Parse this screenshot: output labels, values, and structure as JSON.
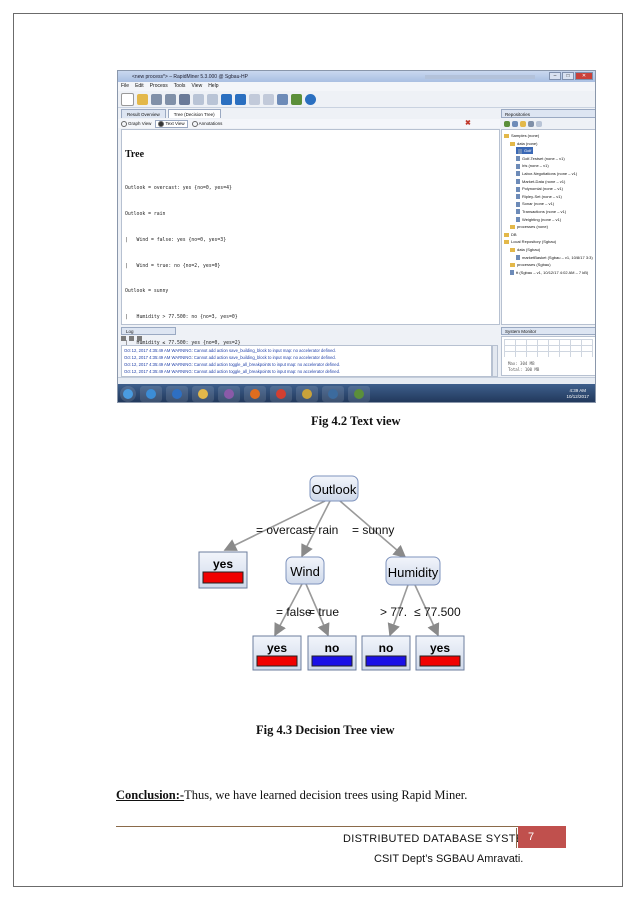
{
  "screenshot": {
    "window_title": "<new process*> – RapidMiner 5.3.000 @ Sgbau-HP",
    "menu": [
      "File",
      "Edit",
      "Process",
      "Tools",
      "View",
      "Help"
    ],
    "tabs": [
      "Result Overview",
      "Tree (Decision Tree)"
    ],
    "view_options": [
      "Graph View",
      "Text View",
      "Annotations"
    ],
    "result_heading": "Tree",
    "tree_text": [
      "Outlook = overcast: yes {no=0, yes=4}",
      "Outlook = rain",
      "|   Wind = false: yes {no=0, yes=3}",
      "|   Wind = true: no {no=2, yes=0}",
      "Outlook = sunny",
      "|   Humidity > 77.500: no {no=3, yes=0}",
      "|   Humidity ≤ 77.500: yes {no=0, yes=2}"
    ],
    "repositories_title": "Repositories",
    "repo_items": [
      {
        "label": "Samples (none)",
        "kind": "folder"
      },
      {
        "label": "data (none)",
        "kind": "folder"
      },
      {
        "label": "Golf",
        "kind": "doc",
        "highlight": true
      },
      {
        "label": "Golf-Testset (none – v1)",
        "kind": "doc"
      },
      {
        "label": "Iris (none – v1)",
        "kind": "doc"
      },
      {
        "label": "Labor-Negotiations (none – v1)",
        "kind": "doc"
      },
      {
        "label": "Market-Data (none – v1)",
        "kind": "doc"
      },
      {
        "label": "Polynomial (none – v1)",
        "kind": "doc"
      },
      {
        "label": "Ripley-Set (none – v1)",
        "kind": "doc"
      },
      {
        "label": "Sonar (none – v1)",
        "kind": "doc"
      },
      {
        "label": "Transactions (none – v1)",
        "kind": "doc"
      },
      {
        "label": "Weighting (none – v1)",
        "kind": "doc"
      },
      {
        "label": "processes (none)",
        "kind": "folder"
      },
      {
        "label": "DB",
        "kind": "folder"
      },
      {
        "label": "Local Repository (Sgbau)",
        "kind": "folder"
      },
      {
        "label": "data (Sgbau)",
        "kind": "folder"
      },
      {
        "label": "marketBasket (Sgbau – v1, 10/8/17 3:3)",
        "kind": "doc"
      },
      {
        "label": "processes (Sgbau)",
        "kind": "folder"
      },
      {
        "label": "tt (Sgbau – v1, 10/12/17 4:02 AM – 7 kB)",
        "kind": "doc"
      }
    ],
    "log_tab": "Log",
    "log_lines": [
      "Oct 12, 2017 4:35:49 AM WARNING: Cannot add action save_building_block to input map: no accelerator defined.",
      "Oct 12, 2017 4:35:49 AM WARNING: Cannot add action save_building_block to input map: no accelerator defined.",
      "Oct 12, 2017 4:35:49 AM WARNING: Cannot add action toggle_all_breakpoints to input map: no accelerator defined.",
      "Oct 12, 2017 4:35:49 AM WARNING: Cannot add action toggle_all_breakpoints to input map: no accelerator defined."
    ],
    "system_monitor_tab": "System Monitor",
    "sysmon": {
      "max": "Max:    304 MB",
      "total": "Total:  100 MB"
    },
    "clock": {
      "time": "4:39 AM",
      "date": "10/12/2017"
    },
    "taskbar_colors": [
      "#3c8dd6",
      "#2e6fc2",
      "#e3b84a",
      "#8a5aa8",
      "#e06d1f",
      "#d23f31",
      "#c9a23a",
      "#3c6b9e",
      "#5b8f3a"
    ]
  },
  "caption_text_view": "Fig 4.2 Text view",
  "decision_tree": {
    "root": "Outlook",
    "edge_overcast": "= overcast",
    "edge_rain": "= rain",
    "edge_sunny": "= sunny",
    "wind": "Wind",
    "humidity": "Humidity",
    "edge_false": "= false",
    "edge_true": "= true",
    "edge_gt": "> 77.",
    "edge_le": "≤ 77.500",
    "leaf_overcast": "yes",
    "leaf_false": "yes",
    "leaf_true": "no",
    "leaf_gt": "no",
    "leaf_le": "yes",
    "color_yes": "#f00000",
    "color_no": "#1a10e6"
  },
  "caption_tree_view": "Fig 4.3 Decision Tree view",
  "conclusion": {
    "label": "Conclusion:-",
    "text": "Thus, we have learned decision trees using Rapid Miner."
  },
  "footer": {
    "title": "DISTRIBUTED  DATABASE SYSTEM",
    "page": "7",
    "dept": "CSIT Dept’s SGBAU Amravati."
  }
}
